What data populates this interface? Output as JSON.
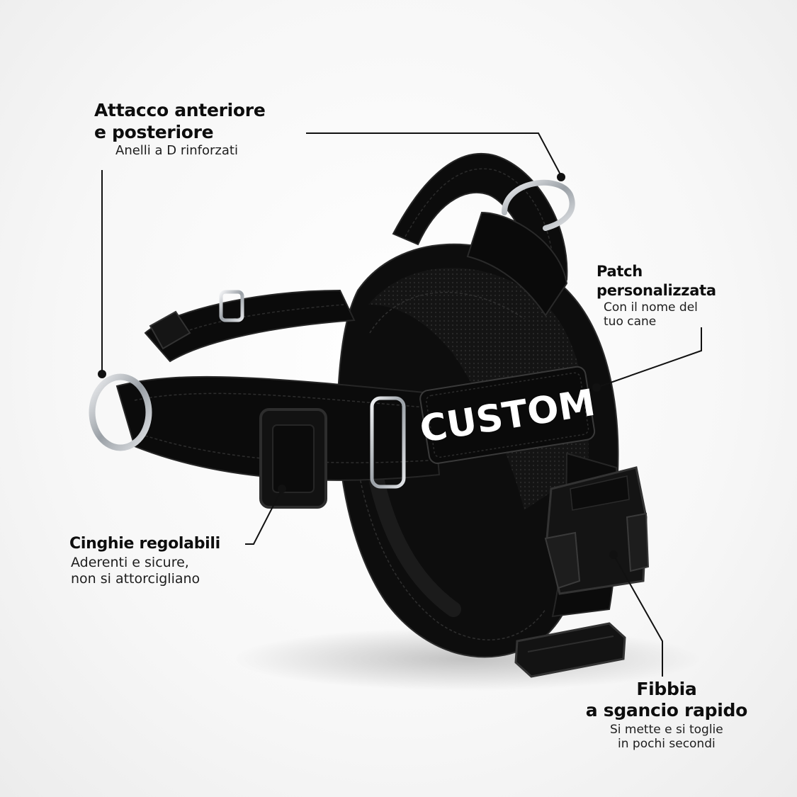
{
  "patch": {
    "text": "CUSTOM"
  },
  "callouts": {
    "attacco": {
      "title": "Attacco anteriore\ne posteriore",
      "subtitle": "Anelli a D rinforzati"
    },
    "patch": {
      "title": "Patch\npersonalizzata",
      "subtitle": "Con il nome del\n tuo cane"
    },
    "cinghie": {
      "title": "Cinghie regolabili",
      "subtitle": "Aderenti e sicure,\nnon si attorcigliano"
    },
    "fibbia": {
      "title": "Fibbia\na sgancio rapido",
      "subtitle": "Si mette e si toglie\nin pochi secondi"
    }
  },
  "colors": {
    "webbing": "#0b0b0b",
    "mesh": "#1b1b1b",
    "metal": "#c8ccd0",
    "patch_text": "#ffffff"
  }
}
